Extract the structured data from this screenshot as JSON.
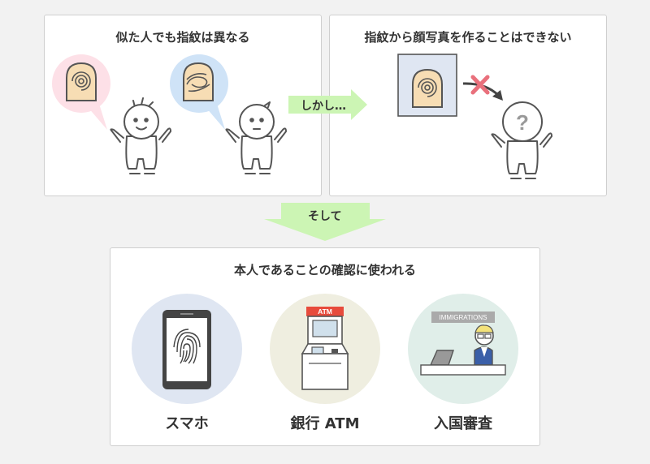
{
  "panels": {
    "left_title": "似た人でも指紋は異なる",
    "right_title": "指紋から顔写真を作ることはできない",
    "bottom_title": "本人であることの確認に使われる"
  },
  "arrows": {
    "however_label": "しかし…",
    "and_then_label": "そして"
  },
  "question_mark": "?",
  "uses": [
    {
      "label": "スマホ",
      "icon": "smartphone-fingerprint-icon",
      "bg": "#dfe6f2"
    },
    {
      "label": "銀行 ATM",
      "icon": "atm-icon",
      "bg": "#efeee0",
      "sign": "ATM"
    },
    {
      "label": "入国審査",
      "icon": "immigration-officer-icon",
      "bg": "#e0eee9",
      "sign": "IMMIGRATIONS"
    }
  ],
  "colors": {
    "arrow_green": "#ccf5b4",
    "bubble_pink": "#fde0e7",
    "bubble_blue": "#cfe3f7",
    "finger_skin": "#f7ddb4",
    "cross_red": "#e9707c"
  }
}
